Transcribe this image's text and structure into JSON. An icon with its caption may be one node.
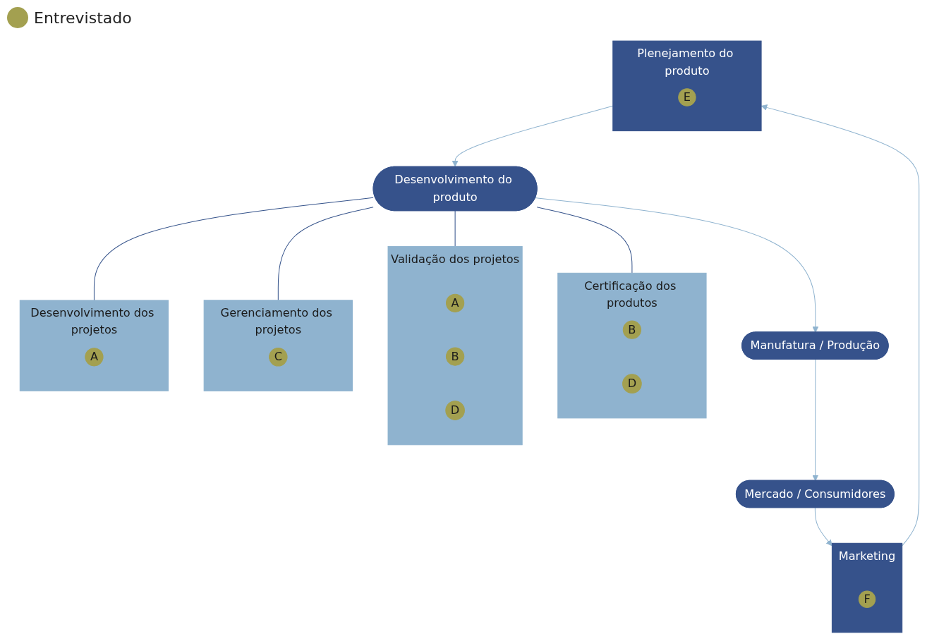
{
  "diagram": {
    "nodes": [
      {
        "text": [
          "Mercado / Consumidores"
        ]
      },
      {
        "text": [
          "Manufatura / Produção"
        ]
      },
      {
        "text": [
          "Marketing"
        ]
      },
      {
        "text": [
          "F"
        ],
        "in": 2
      },
      {
        "text": [
          "Certificação dos produtos"
        ]
      },
      {
        "text": [
          "B"
        ],
        "in": 4
      },
      {
        "text": [
          "D"
        ],
        "in": 4
      },
      {
        "text": [
          "Desenvolvimento do produto"
        ]
      },
      {
        "text": [
          "Plenejamento do produto"
        ]
      },
      {
        "text": [
          "E"
        ],
        "in": 8
      },
      {
        "text": [
          "Validação dos projetos"
        ]
      },
      {
        "text": [
          "A"
        ],
        "in": 10
      },
      {
        "text": [
          "B"
        ],
        "in": 10
      },
      {
        "text": [
          "D"
        ],
        "in": 10
      },
      {
        "text": [
          "Gerenciamento dos projetos"
        ]
      },
      {
        "text": [
          "C"
        ],
        "in": 14
      },
      {
        "text": [
          "Desenvolvimento dos projetos"
        ]
      },
      {
        "text": [
          "A"
        ],
        "in": 16
      }
    ],
    "edges": [
      {
        "from": 1,
        "to": 0,
        "arrow": "to"
      },
      {
        "from": 0,
        "to": 2,
        "arrow": "to"
      },
      {
        "from": 2,
        "to": 8,
        "arrow": "to"
      },
      {
        "from": 8,
        "to": 7,
        "arrow": "to"
      },
      {
        "from": 7,
        "to": 1,
        "arrow": "to"
      },
      {
        "from": 7,
        "to": 4,
        "arrow": "none",
        "color": "#34528a"
      },
      {
        "from": 7,
        "to": 10,
        "arrow": "none",
        "color": "#34528a"
      },
      {
        "from": 7,
        "to": 16,
        "arrow": "none",
        "color": "#34528a"
      },
      {
        "from": 7,
        "to": 14,
        "arrow": "none",
        "color": "#34528a"
      }
    ],
    "legend": [
      {
        "text": "Entrevistado",
        "color": "#a3a050"
      }
    ]
  }
}
